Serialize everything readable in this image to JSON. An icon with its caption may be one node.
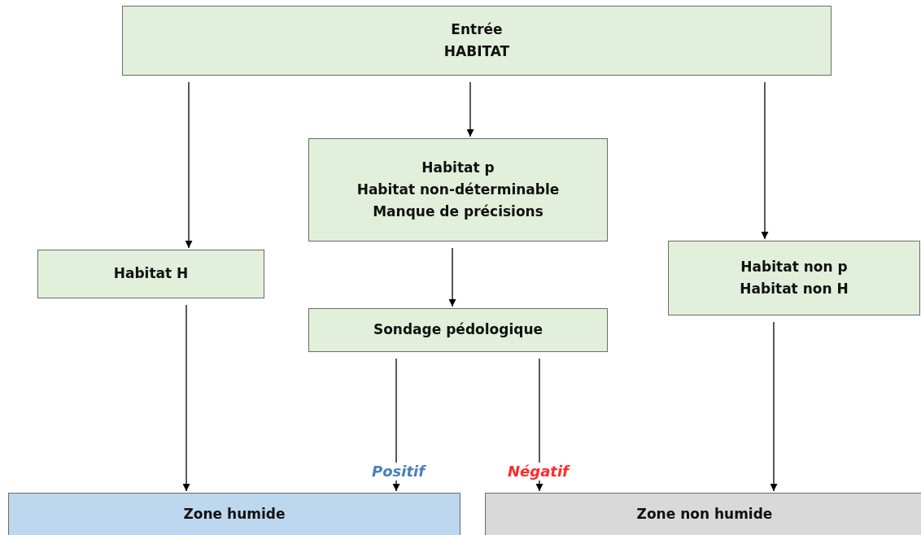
{
  "diagram": {
    "nodes": [
      {
        "text": [
          "Entrée",
          "HABITAT"
        ]
      },
      {
        "text": [
          "Habitat p",
          "Habitat non-déterminable",
          "Manque de précisions"
        ]
      },
      {
        "text": [
          "Habitat non p",
          "Habitat non H"
        ]
      },
      {
        "text": [
          "Habitat H"
        ]
      },
      {
        "text": [
          "Sondage pédologique"
        ]
      },
      {
        "text": [
          "Zone humide"
        ]
      },
      {
        "text": [
          "Zone non humide"
        ]
      }
    ],
    "edges": [
      {
        "from": 0,
        "to": 3,
        "arrow": "to"
      },
      {
        "from": 0,
        "to": 1,
        "arrow": "to"
      },
      {
        "from": 0,
        "to": 2,
        "arrow": "to"
      },
      {
        "from": 1,
        "to": 4,
        "arrow": "to"
      },
      {
        "from": 3,
        "to": 5,
        "arrow": "to"
      },
      {
        "from": 4,
        "to": 5,
        "arrow": "to",
        "label": "Positif"
      },
      {
        "from": 4,
        "to": 6,
        "arrow": "to",
        "label": "Négatif"
      },
      {
        "from": 2,
        "to": 6,
        "arrow": "to"
      }
    ]
  }
}
